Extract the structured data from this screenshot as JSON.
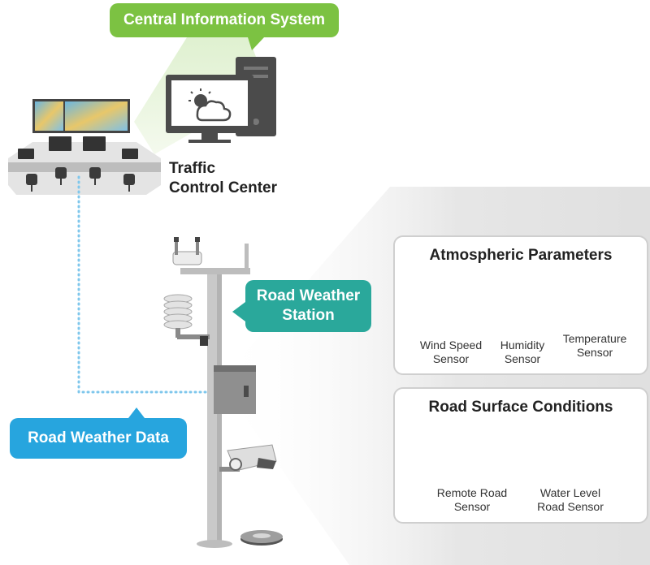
{
  "central_system": {
    "label": "Central Information System"
  },
  "traffic_center": {
    "line1": "Traffic",
    "line2": "Control Center"
  },
  "road_weather_station": {
    "line1": "Road Weather",
    "line2": "Station"
  },
  "road_weather_data": {
    "label": "Road Weather Data"
  },
  "atmospheric_panel": {
    "title": "Atmospheric Parameters",
    "sensors": [
      {
        "line1": "Wind Speed",
        "line2": "Sensor",
        "icon": "anemometer-icon"
      },
      {
        "line1": "Humidity",
        "line2": "Sensor",
        "icon": "humidity-probe-icon"
      },
      {
        "line1": "Temperature",
        "line2": "Sensor",
        "icon": "radiation-shield-icon"
      }
    ]
  },
  "road_surface_panel": {
    "title": "Road Surface Conditions",
    "sensors": [
      {
        "line1": "Remote Road",
        "line2": "Sensor",
        "icon": "remote-sensor-camera-icon"
      },
      {
        "line1": "Water Level",
        "line2": "Road Sensor",
        "icon": "puck-sensor-icon"
      }
    ]
  },
  "colors": {
    "green": "#7cc242",
    "teal": "#2aa89b",
    "blue": "#27a5de",
    "dark_gray": "#4b4b4b",
    "pole_gray": "#c9c9c9"
  }
}
